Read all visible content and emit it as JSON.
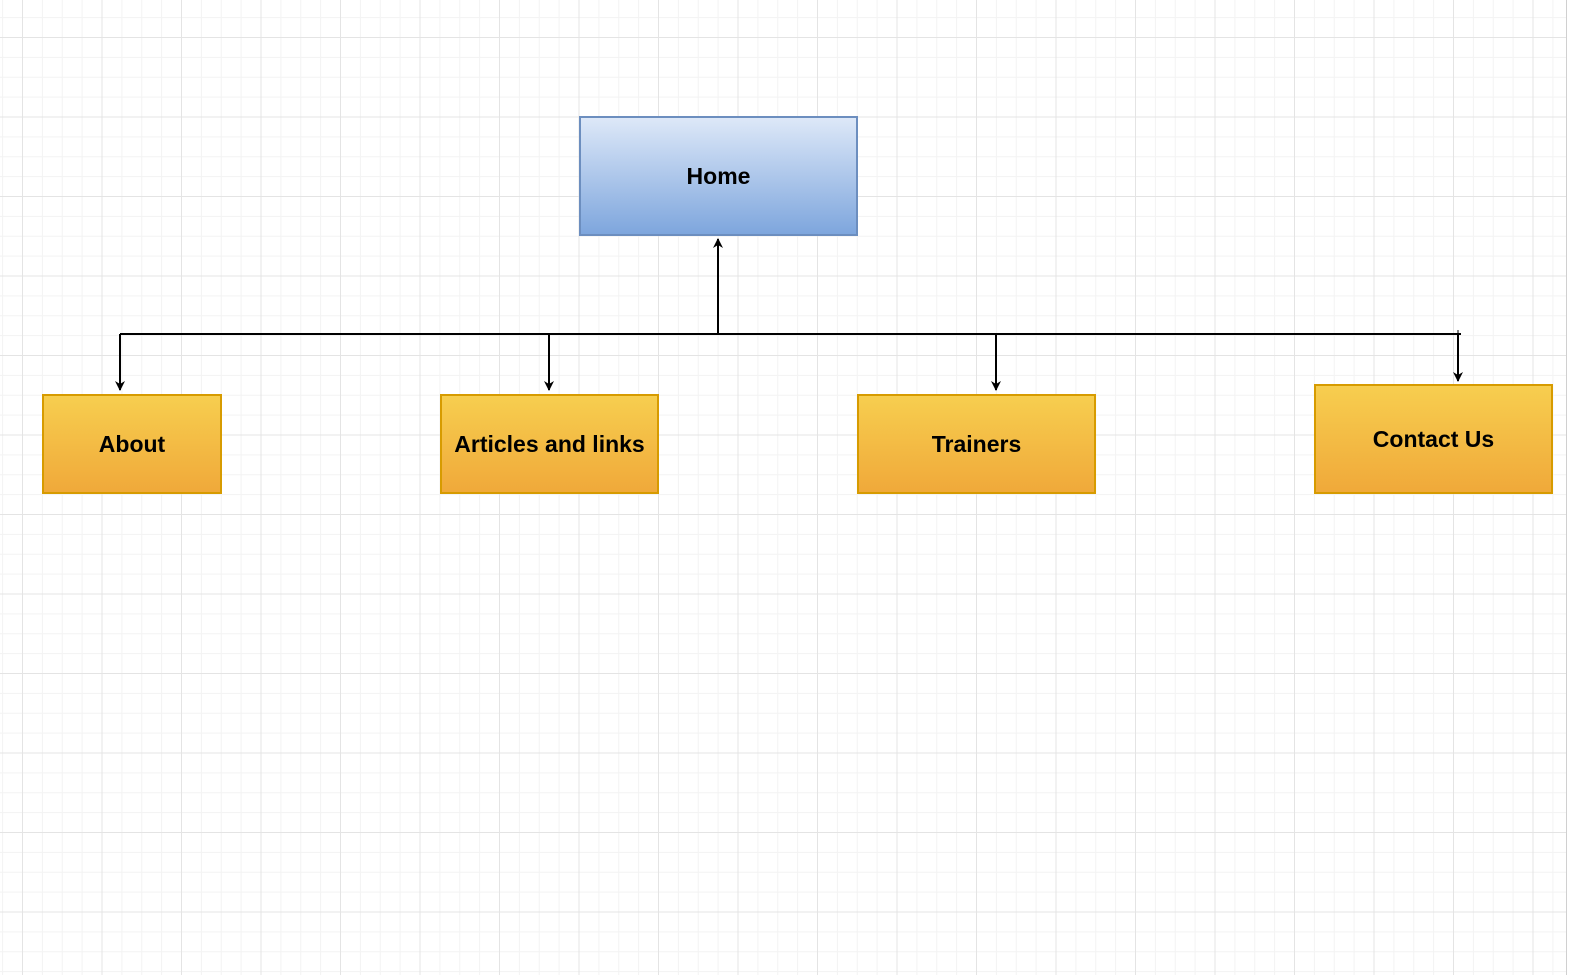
{
  "diagram": {
    "nodes": {
      "home": {
        "label": "Home",
        "fill": "#7ea6dd",
        "stroke": "#6c8ebf"
      },
      "about": {
        "label": "About",
        "fill": "#f0a93a",
        "stroke": "#d79b00"
      },
      "articles": {
        "label": "Articles and links",
        "fill": "#f0a93a",
        "stroke": "#d79b00"
      },
      "trainers": {
        "label": "Trainers",
        "fill": "#f0a93a",
        "stroke": "#d79b00"
      },
      "contact": {
        "label": "Contact Us",
        "fill": "#f0a93a",
        "stroke": "#d79b00"
      }
    },
    "edges": [
      {
        "from": "bus",
        "to": "home"
      },
      {
        "from": "bus",
        "to": "about"
      },
      {
        "from": "bus",
        "to": "articles"
      },
      {
        "from": "bus",
        "to": "trainers"
      },
      {
        "from": "bus",
        "to": "contact"
      }
    ],
    "connector_color": "#000000"
  }
}
